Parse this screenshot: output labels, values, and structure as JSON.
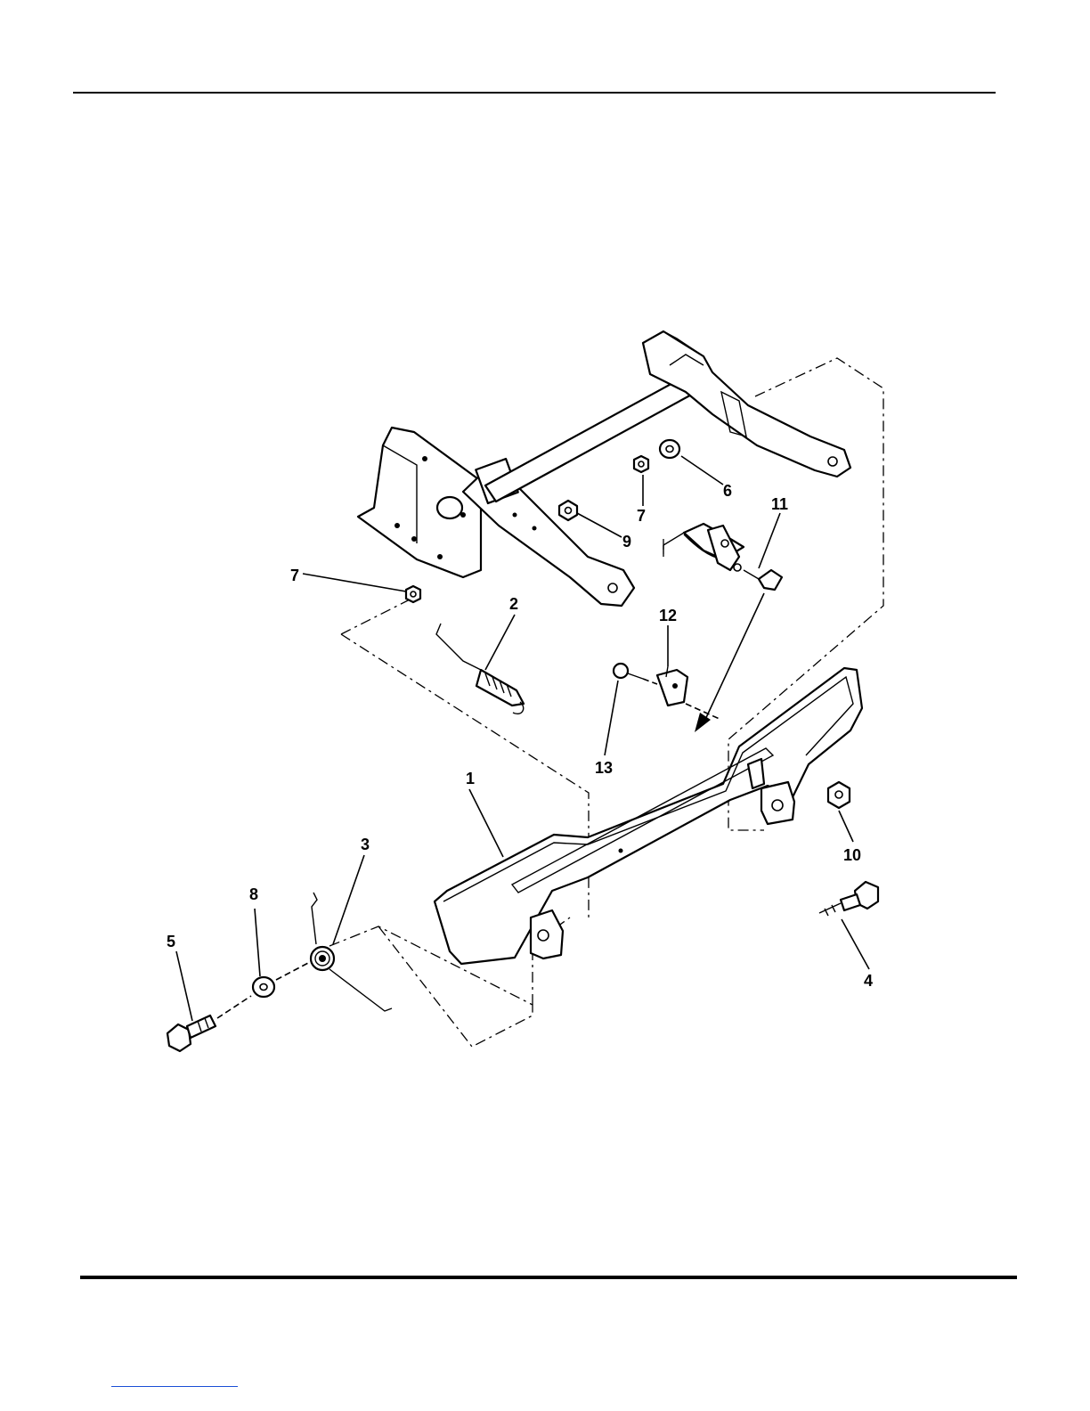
{
  "callouts": {
    "c1": "1",
    "c2": "2",
    "c3": "3",
    "c4": "4",
    "c5": "5",
    "c6": "6",
    "c7a": "7",
    "c7b": "7",
    "c8": "8",
    "c9": "9",
    "c10": "10",
    "c11": "11",
    "c12": "12",
    "c13": "13"
  },
  "colors": {
    "line": "#000000",
    "link": "#1a4fd6"
  }
}
